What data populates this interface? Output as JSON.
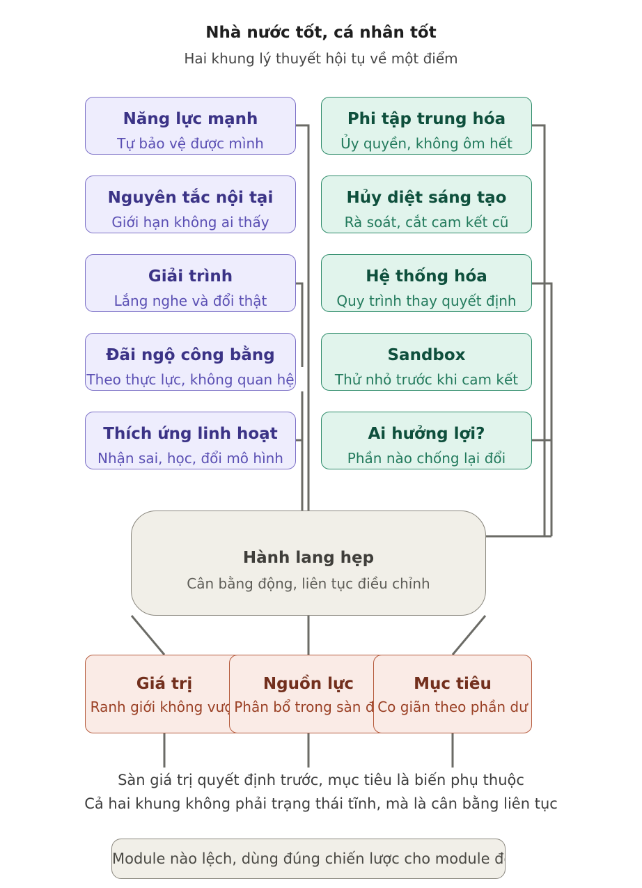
{
  "title": "Nhà nước tốt, cá nhân tốt",
  "subtitle": "Hai khung lý thuyết hội tụ về một điểm",
  "left_column": [
    {
      "title": "Năng lực mạnh",
      "subtitle": "Tự bảo vệ được mình"
    },
    {
      "title": "Nguyên tắc nội tại",
      "subtitle": "Giới hạn không ai thấy"
    },
    {
      "title": "Giải trình",
      "subtitle": "Lắng nghe và đổi thật"
    },
    {
      "title": "Đãi ngộ công bằng",
      "subtitle": "Theo thực lực, không quan hệ"
    },
    {
      "title": "Thích ứng linh hoạt",
      "subtitle": "Nhận sai, học, đổi mô hình"
    }
  ],
  "right_column": [
    {
      "title": "Phi tập trung hóa",
      "subtitle": "Ủy quyền, không ôm hết"
    },
    {
      "title": "Hủy diệt sáng tạo",
      "subtitle": "Rà soát, cắt cam kết cũ"
    },
    {
      "title": "Hệ thống hóa",
      "subtitle": "Quy trình thay quyết định"
    },
    {
      "title": "Sandbox",
      "subtitle": "Thử nhỏ trước khi cam kết"
    },
    {
      "title": "Ai hưởng lợi?",
      "subtitle": "Phần nào chống lại đổi"
    }
  ],
  "center": {
    "title": "Hành lang hẹp",
    "subtitle": "Cân bằng động, liên tục điều chỉnh"
  },
  "bottom_row": [
    {
      "title": "Giá trị",
      "subtitle": "Ranh giới không vượt"
    },
    {
      "title": "Nguồn lực",
      "subtitle": "Phân bổ trong sàn đó"
    },
    {
      "title": "Mục tiêu",
      "subtitle": "Co giãn theo phần dư"
    }
  ],
  "notes": [
    "Sàn giá trị quyết định trước, mục tiêu là biến phụ thuộc",
    "Cả hai khung không phải trạng thái tĩnh, mà là cân bằng liên tục"
  ],
  "footer": "Module nào lệch, dùng đúng chiến lược cho module đó",
  "colors": {
    "purple_fill": "#eeedfd",
    "purple_text": "#3b3386",
    "green_fill": "#e1f4ec",
    "green_text": "#0e4f3c",
    "neutral_fill": "#f1efe8",
    "red_fill": "#faebe6",
    "red_text": "#722f1d",
    "connector": "#6b6b66"
  }
}
